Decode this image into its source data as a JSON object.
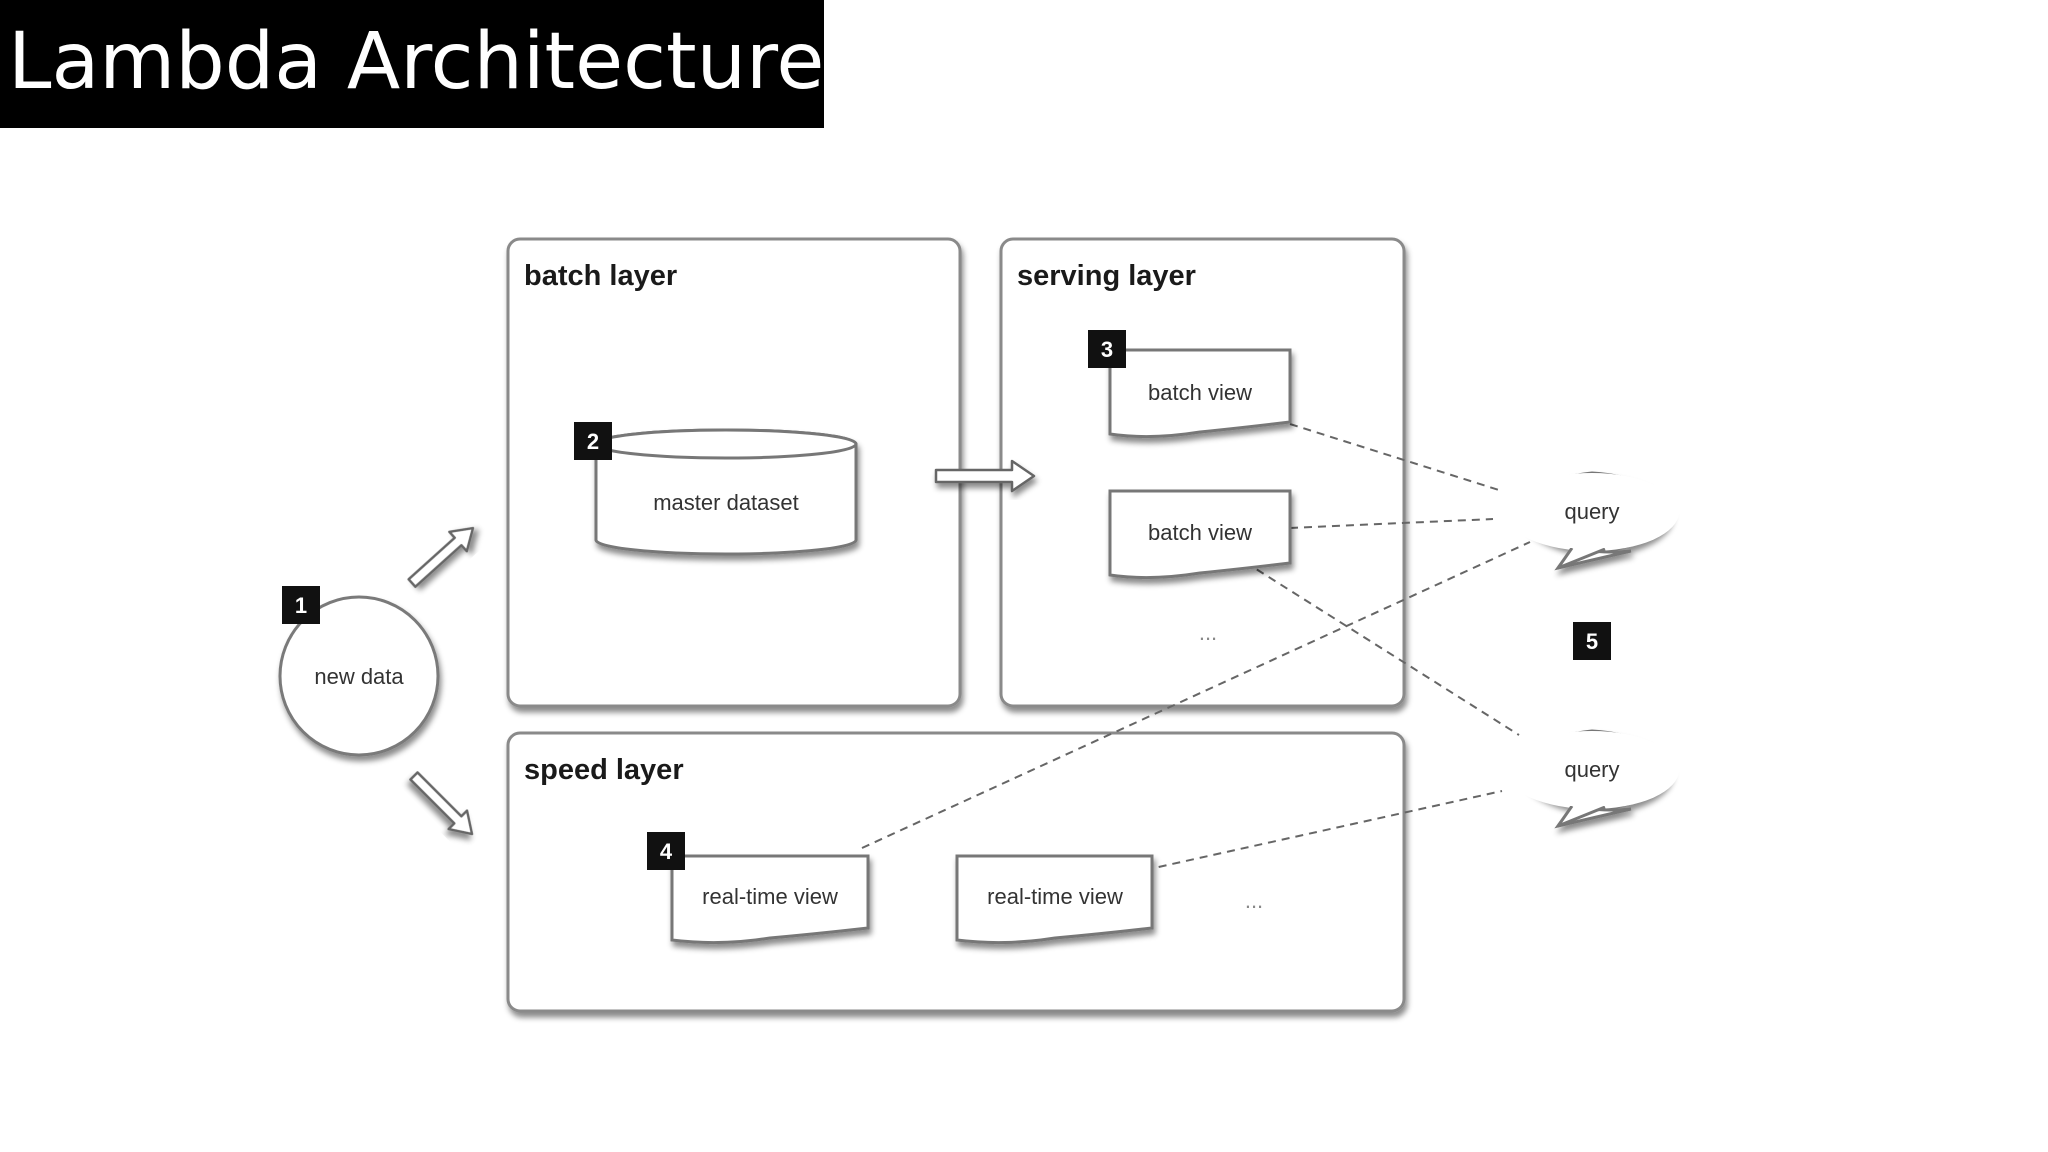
{
  "title": "Lambda Architecture",
  "layers": {
    "batch": "batch layer",
    "serving": "serving layer",
    "speed": "speed layer"
  },
  "nodes": {
    "new_data": "new data",
    "master_dataset": "master dataset",
    "batch_view_1": "batch view",
    "batch_view_2": "batch view",
    "serving_more": "...",
    "realtime_view_1": "real-time view",
    "realtime_view_2": "real-time view",
    "speed_more": "...",
    "query_1": "query",
    "query_2": "query"
  },
  "steps": [
    "1",
    "2",
    "3",
    "4",
    "5"
  ]
}
